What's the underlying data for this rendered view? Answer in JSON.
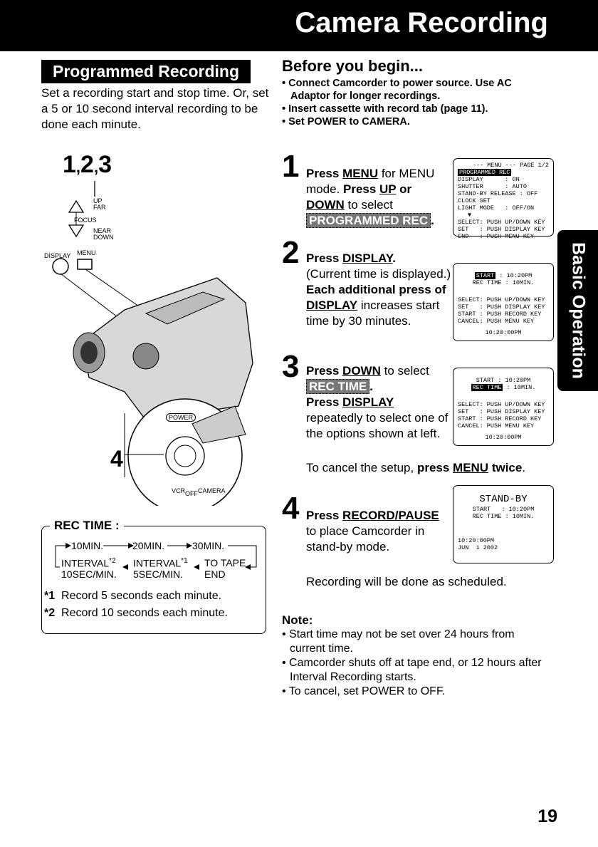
{
  "header": {
    "title": "Camera Recording"
  },
  "side_tab": {
    "label": "Basic Operation"
  },
  "page_number": "19",
  "programmed": {
    "heading": "Programmed Recording",
    "description": "Set a recording start and stop time. Or, set a 5 or 10 second interval recording to be done each minute."
  },
  "before": {
    "title": "Before you begin...",
    "items": [
      "Connect Camcorder to power source. Use AC Adaptor for longer recordings.",
      "Insert cassette with record tab (page 11).",
      "Set POWER to CAMERA."
    ]
  },
  "illustration": {
    "steps_label_1": "1",
    "steps_label_sep1": ",",
    "steps_label_2": "2",
    "steps_label_sep2": ",",
    "steps_label_3": "3",
    "up": "UP",
    "far": "FAR",
    "focus": "FOCUS",
    "near": "NEAR",
    "down": "DOWN",
    "display": "DISPLAY",
    "menu": "MENU",
    "power": "POWER",
    "step4": "4",
    "vcr": "VCR",
    "off": "OFF",
    "camera": "CAMERA"
  },
  "rectime": {
    "title": "REC TIME :",
    "opt_10min": "10MIN.",
    "opt_20min": "20MIN.",
    "opt_30min": "30MIN.",
    "interval": "INTERVAL",
    "sup2": "*2",
    "sup1": "*1",
    "i10": "10SEC/MIN.",
    "i5": "5SEC/MIN.",
    "to_tape": "TO TAPE",
    "end": "END",
    "fn1_mark": "*1",
    "fn1": "Record 5 seconds each minute.",
    "fn2_mark": "*2",
    "fn2": "Record 10 seconds each minute."
  },
  "steps": {
    "s1": {
      "num": "1",
      "a": "Press ",
      "menu": "MENU",
      "b": " for MENU mode. ",
      "c": "Press ",
      "up": "UP",
      "or": " or",
      "down": "DOWN",
      "d": " to select",
      "hl": "PROGRAMMED REC",
      "dot": "."
    },
    "s2": {
      "num": "2",
      "a": "Press ",
      "display": "DISPLAY",
      "dot": ".",
      "b": "(Current time is displayed.)",
      "c": "Each additional press of ",
      "display2": "DISPLAY",
      "d": " increases start time by 30 minutes."
    },
    "s3": {
      "num": "3",
      "a": "Press ",
      "down": "DOWN",
      "b": " to select",
      "hl": "REC TIME",
      "dot": ".",
      "c": "Press ",
      "display": "DISPLAY",
      "d": "repeatedly to select one of the options shown at left."
    },
    "cancel": {
      "a": "To cancel the setup, ",
      "b": "press ",
      "menu": "MENU",
      "c": " twice",
      "d": "."
    },
    "s4": {
      "num": "4",
      "a": "Press ",
      "rp": "RECORD/PAUSE",
      "b": "to place Camcorder in stand-by mode."
    },
    "done": "Recording will be done as scheduled."
  },
  "screen1": {
    "l1": "--- MENU --- PAGE 1/2",
    "sel": "PROGRAMMED REC",
    "l3": "DISPLAY      : ON",
    "l4": "SHUTTER      : AUTO",
    "l5": "STAND-BY RELEASE : OFF",
    "l6": "CLOCK SET",
    "l7": "LIGHT MODE   : OFF/ON",
    "arrow": "▼",
    "l9": "SELECT: PUSH UP/DOWN KEY",
    "l10": "SET   : PUSH DISPLAY KEY",
    "l11": "END   : PUSH MENU KEY"
  },
  "screen2": {
    "start": "START",
    "start_val": ": 10:20PM",
    "rec": "REC TIME",
    "rec_val": ": 10MIN.",
    "l3": "SELECT: PUSH UP/DOWN KEY",
    "l4": "SET   : PUSH DISPLAY KEY",
    "l5": "START : PUSH RECORD KEY",
    "l6": "CANCEL: PUSH MENU KEY",
    "time": "10:20:00PM"
  },
  "screen4": {
    "title": "STAND-BY",
    "l2": "START   : 10:20PM",
    "l3": "REC TIME : 10MIN.",
    "time": "10:20:00PM",
    "date": "JUN  1 2002"
  },
  "note": {
    "title": "Note:",
    "items": [
      "Start time may not be set over 24 hours from current time.",
      "Camcorder shuts off at tape end, or 12 hours after Interval Recording starts.",
      "To cancel, set POWER to OFF."
    ]
  }
}
